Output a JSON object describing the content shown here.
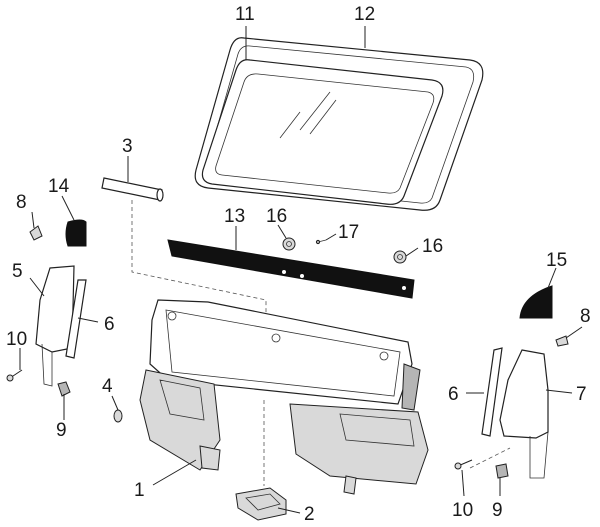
{
  "callouts": [
    {
      "id": "1",
      "label": "1"
    },
    {
      "id": "2",
      "label": "2"
    },
    {
      "id": "3",
      "label": "3"
    },
    {
      "id": "4",
      "label": "4"
    },
    {
      "id": "5",
      "label": "5"
    },
    {
      "id": "6a",
      "label": "6"
    },
    {
      "id": "6b",
      "label": "6"
    },
    {
      "id": "7",
      "label": "7"
    },
    {
      "id": "8a",
      "label": "8"
    },
    {
      "id": "8b",
      "label": "8"
    },
    {
      "id": "9a",
      "label": "9"
    },
    {
      "id": "9b",
      "label": "9"
    },
    {
      "id": "10a",
      "label": "10"
    },
    {
      "id": "10b",
      "label": "10"
    },
    {
      "id": "11",
      "label": "11"
    },
    {
      "id": "12",
      "label": "12"
    },
    {
      "id": "13",
      "label": "13"
    },
    {
      "id": "14",
      "label": "14"
    },
    {
      "id": "15",
      "label": "15"
    },
    {
      "id": "16a",
      "label": "16"
    },
    {
      "id": "16b",
      "label": "16"
    },
    {
      "id": "17",
      "label": "17"
    }
  ]
}
